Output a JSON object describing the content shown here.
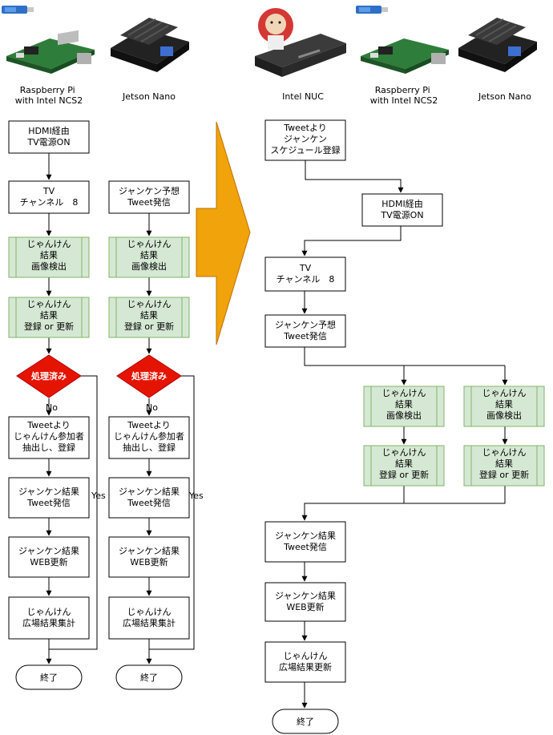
{
  "headers": {
    "left_rpi": [
      "Raspberry Pi",
      "with Intel NCS2"
    ],
    "left_jetson": [
      "Jetson Nano"
    ],
    "right_nuc": [
      "Intel NUC"
    ],
    "right_rpi": [
      "Raspberry Pi",
      "with Intel NCS2"
    ],
    "right_jetson": [
      "Jetson Nano"
    ]
  },
  "left_rpi_flow": {
    "hdmi": [
      "HDMI経由",
      "TV電源ON"
    ],
    "tv": [
      "TV",
      "チャンネル　8"
    ],
    "detect": [
      "じゃんけん",
      "結果",
      "画像検出"
    ],
    "register": [
      "じゃんけん",
      "結果",
      "登録 or 更新"
    ],
    "decision": "処理済み",
    "no": "No",
    "yes": "Yes",
    "extract": [
      "Tweetより",
      "じゃんけん参加者",
      "抽出し、登録"
    ],
    "tweet_result": [
      "ジャンケン結果",
      "Tweet発信"
    ],
    "web": [
      "ジャンケン結果",
      "WEB更新"
    ],
    "aggregate": [
      "じゃんけん",
      "広場結果集計"
    ],
    "end": "終了"
  },
  "left_jetson_flow": {
    "predict": [
      "ジャンケン予想",
      "Tweet発信"
    ],
    "detect": [
      "じゃんけん",
      "結果",
      "画像検出"
    ],
    "register": [
      "じゃんけん",
      "結果",
      "登録 or 更新"
    ],
    "decision": "処理済み",
    "no": "No",
    "yes": "Yes",
    "extract": [
      "Tweetより",
      "じゃんけん参加者",
      "抽出し、登録"
    ],
    "tweet_result": [
      "ジャンケン結果",
      "Tweet発信"
    ],
    "web": [
      "ジャンケン結果",
      "WEB更新"
    ],
    "aggregate": [
      "じゃんけん",
      "広場結果集計"
    ],
    "end": "終了"
  },
  "right_flow": {
    "schedule": [
      "Tweetより",
      "ジャンケン",
      "スケジュール登録"
    ],
    "hdmi": [
      "HDMI経由",
      "TV電源ON"
    ],
    "tv": [
      "TV",
      "チャンネル　8"
    ],
    "predict": [
      "ジャンケン予想",
      "Tweet発信"
    ],
    "detect_rpi": [
      "じゃんけん",
      "結果",
      "画像検出"
    ],
    "detect_jetson": [
      "じゃんけん",
      "結果",
      "画像検出"
    ],
    "register_rpi": [
      "じゃんけん",
      "結果",
      "登録 or 更新"
    ],
    "register_jetson": [
      "じゃんけん",
      "結果",
      "登録 or 更新"
    ],
    "tweet_result": [
      "ジャンケン結果",
      "Tweet発信"
    ],
    "web": [
      "ジャンケン結果",
      "WEB更新"
    ],
    "update": [
      "じゃんけん",
      "広場結果更新"
    ],
    "end": "終了"
  },
  "colors": {
    "process_fill": "#ffffff",
    "predefined_fill": "#d5e8d4",
    "predefined_stroke": "#82b366",
    "decision_fill": "#e51400",
    "decision_stroke": "#b20000",
    "arrow_fill": "#f0a30a",
    "arrow_stroke": "#bd7000",
    "line": "#000000"
  },
  "icons": {
    "rpi": "raspberry-pi-board-icon",
    "jetson": "jetson-nano-board-icon",
    "nuc": "intel-nuc-jenkins-icon",
    "usb": "usb-stick-icon"
  }
}
